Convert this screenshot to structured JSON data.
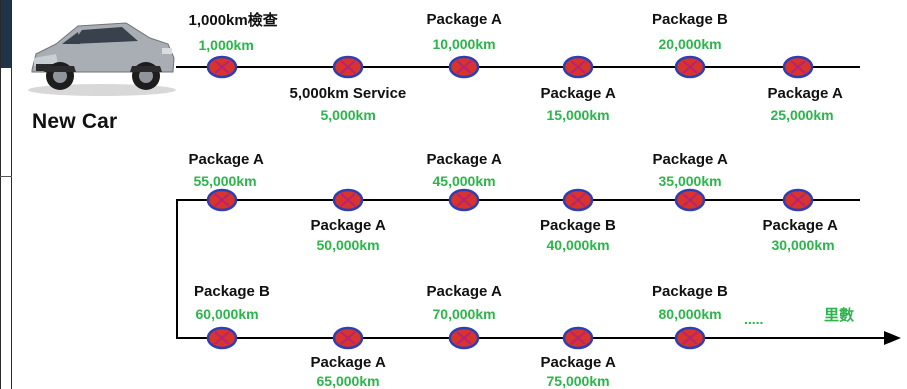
{
  "title_label": "New Car",
  "end_arrow_label": "里數",
  "ellipsis": ".....",
  "colors": {
    "km_text": "#2db44b",
    "marker_fill": "#d9342b",
    "marker_border": "#2e3fb3",
    "marker_x": "#b4237a",
    "line": "#000000"
  },
  "rows": [
    {
      "name": "row-1",
      "stops": [
        {
          "km": "1,000km",
          "service": "1,000km檢查",
          "label_pos": "above"
        },
        {
          "km": "5,000km",
          "service": "5,000km Service",
          "label_pos": "below"
        },
        {
          "km": "10,000km",
          "service": "Package A",
          "label_pos": "above"
        },
        {
          "km": "15,000km",
          "service": "Package A",
          "label_pos": "below"
        },
        {
          "km": "20,000km",
          "service": "Package B",
          "label_pos": "above"
        },
        {
          "km": "25,000km",
          "service": "Package A",
          "label_pos": "below"
        }
      ]
    },
    {
      "name": "row-2",
      "stops": [
        {
          "km": "55,000km",
          "service": "Package A",
          "label_pos": "above"
        },
        {
          "km": "50,000km",
          "service": "Package A",
          "label_pos": "below"
        },
        {
          "km": "45,000km",
          "service": "Package A",
          "label_pos": "above"
        },
        {
          "km": "40,000km",
          "service": "Package B",
          "label_pos": "below"
        },
        {
          "km": "35,000km",
          "service": "Package A",
          "label_pos": "above"
        },
        {
          "km": "30,000km",
          "service": "Package A",
          "label_pos": "below"
        }
      ]
    },
    {
      "name": "row-3",
      "stops": [
        {
          "km": "60,000km",
          "service": "Package B",
          "label_pos": "above"
        },
        {
          "km": "65,000km",
          "service": "Package A",
          "label_pos": "below"
        },
        {
          "km": "70,000km",
          "service": "Package A",
          "label_pos": "above"
        },
        {
          "km": "75,000km",
          "service": "Package A",
          "label_pos": "below"
        },
        {
          "km": "80,000km",
          "service": "Package B",
          "label_pos": "above"
        }
      ]
    }
  ]
}
